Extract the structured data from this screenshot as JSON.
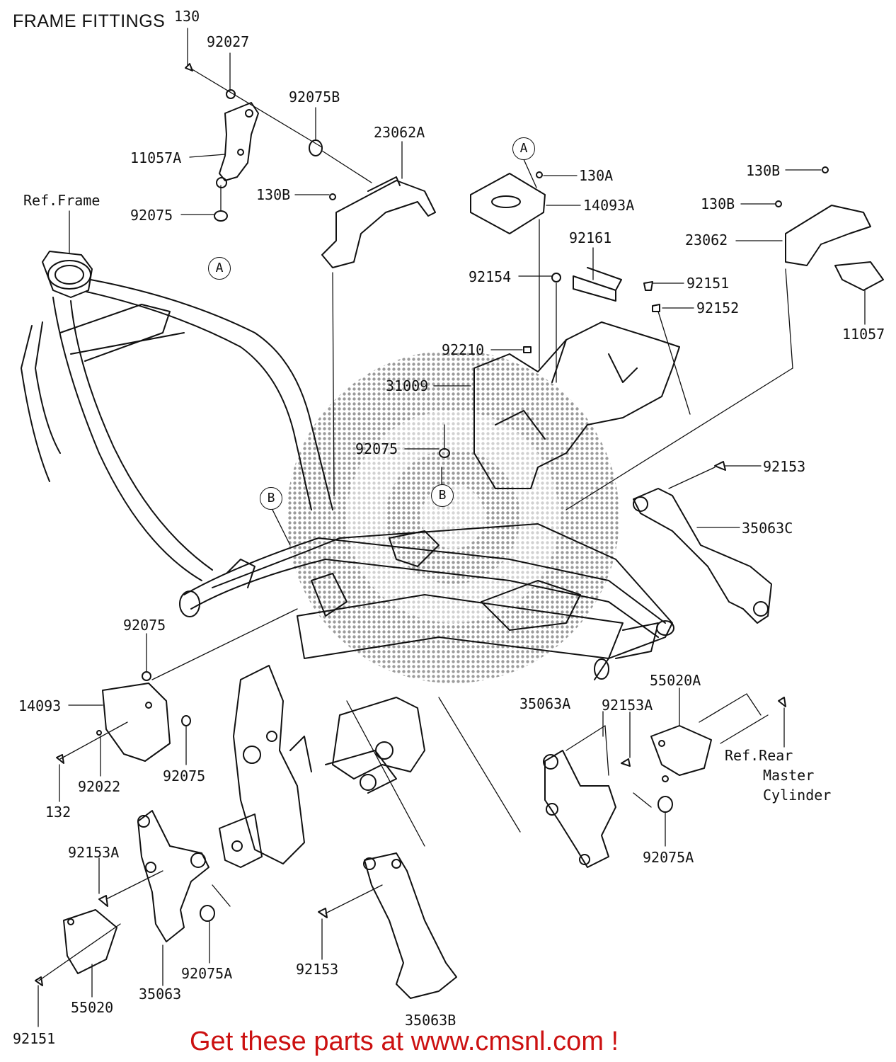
{
  "title": "FRAME FITTINGS",
  "footer": "Get these parts at www.cmsnl.com !",
  "colors": {
    "line": "#111111",
    "watermark": "#777777",
    "footer": "#cc1111"
  },
  "markers": {
    "a": "A",
    "b": "B"
  },
  "refs": {
    "frame": "Ref.Frame",
    "rear_master_line1": "Ref.Rear",
    "rear_master_line2": "Master",
    "rear_master_line3": "Cylinder"
  },
  "parts": {
    "p130": "130",
    "p92027": "92027",
    "p92075B": "92075B",
    "p23062A": "23062A",
    "p11057A": "11057A",
    "p92075_top": "92075",
    "p130B_left": "130B",
    "p130A": "130A",
    "p14093A": "14093A",
    "p130B_r1": "130B",
    "p130B_r2": "130B",
    "p23062": "23062",
    "p11057": "11057",
    "p92161": "92161",
    "p92154": "92154",
    "p92151_top": "92151",
    "p92152": "92152",
    "p92210": "92210",
    "p31009": "31009",
    "p92075_mid": "92075",
    "p92153_r": "92153",
    "p35063C": "35063C",
    "p92075_l1": "92075",
    "p14093": "14093",
    "p92022": "92022",
    "p92075_l2": "92075",
    "p132": "132",
    "p55020A": "55020A",
    "p35063A": "35063A",
    "p92153A_r": "92153A",
    "p92075A_r": "92075A",
    "p92153A_l": "92153A",
    "p92075A_l": "92075A",
    "p35063": "35063",
    "p55020": "55020",
    "p92151_bot": "92151",
    "p92153_bot": "92153",
    "p35063B": "35063B"
  }
}
